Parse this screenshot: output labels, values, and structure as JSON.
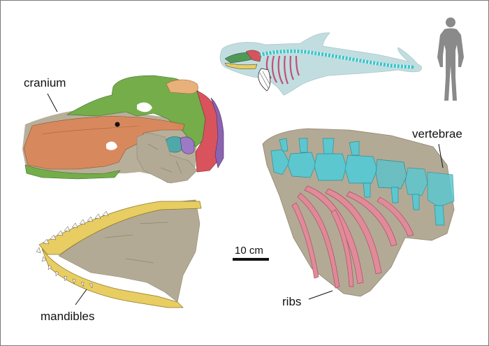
{
  "labels": {
    "cranium": "cranium",
    "mandibles": "mandibles",
    "vertebrae": "vertebrae",
    "ribs": "ribs",
    "scale": "10 cm"
  },
  "colors": {
    "frame": "#7a7a7a",
    "rock": "#b3aa95",
    "rock_dark": "#8f8672",
    "cranium_orange": "#d9875a",
    "cranium_green": "#74ad4a",
    "cranium_red": "#d9535c",
    "cranium_purple": "#8b63b0",
    "cranium_teal": "#4fa9a9",
    "cranium_tan": "#e8b07a",
    "mandible_yellow": "#e8cd62",
    "tooth": "#f7f4ea",
    "vertebra_cyan": "#5cc7cf",
    "rib_pink": "#e08a9a",
    "whale_body": "#c2dddf",
    "whale_spine": "#3fc5c9",
    "whale_ribs": "#c0507a",
    "human": "#8a8a8a"
  }
}
